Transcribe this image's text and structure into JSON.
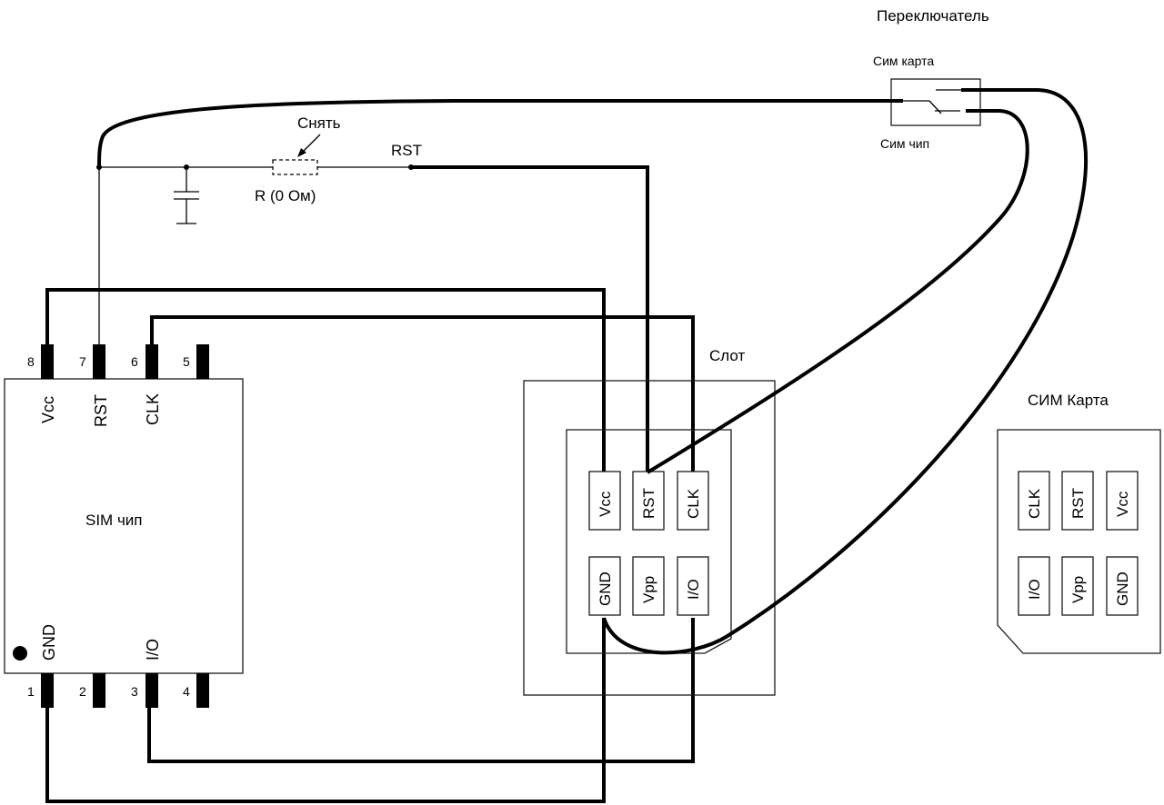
{
  "switch": {
    "title": "Переключатель",
    "position_top": "Сим карта",
    "position_bottom": "Сим чип"
  },
  "rst_network": {
    "resistor_note": "Снять",
    "resistor_label": "R (0 Ом)",
    "net_label": "RST"
  },
  "chip": {
    "title": "SIM чип",
    "top_pins": [
      {
        "number": "8",
        "name": "Vcc"
      },
      {
        "number": "7",
        "name": "RST"
      },
      {
        "number": "6",
        "name": "CLK"
      },
      {
        "number": "5",
        "name": ""
      }
    ],
    "bottom_pins": [
      {
        "number": "1",
        "name": "GND"
      },
      {
        "number": "2",
        "name": ""
      },
      {
        "number": "3",
        "name": "I/O"
      },
      {
        "number": "4",
        "name": ""
      }
    ]
  },
  "slot": {
    "title": "Слот",
    "pads_top": [
      "Vcc",
      "RST",
      "CLK"
    ],
    "pads_bottom": [
      "GND",
      "Vpp",
      "I/O"
    ]
  },
  "sim_card": {
    "title": "СИМ Карта",
    "pads_top": [
      "CLK",
      "RST",
      "Vcc"
    ],
    "pads_bottom": [
      "I/O",
      "Vpp",
      "GND"
    ]
  }
}
